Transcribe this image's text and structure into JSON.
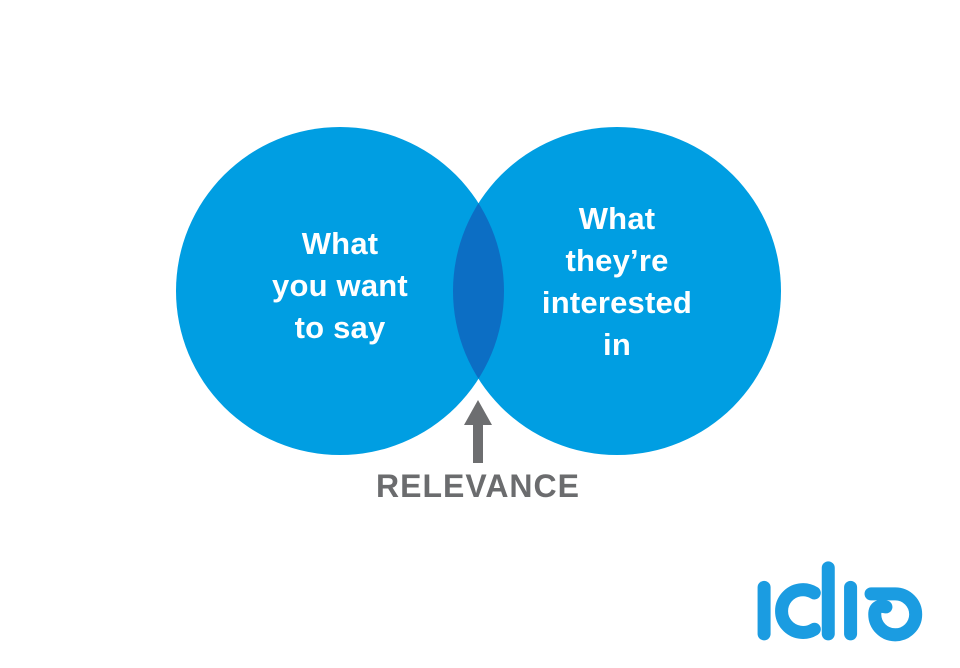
{
  "diagram": {
    "left_circle": {
      "lines": [
        "What",
        "you want",
        "to say"
      ]
    },
    "right_circle": {
      "lines": [
        "What",
        "they’re",
        "interested",
        "in"
      ]
    },
    "overlap_label": "RELEVANCE"
  },
  "logo": {
    "brand": "idio"
  },
  "colors": {
    "background": "#ffffff",
    "circle_blue": "#009ee2",
    "overlap_blue": "#0c6ec4",
    "arrow_gray": "#6d6e70",
    "label_gray": "#6b6c6e",
    "logo_blue": "#1b9ce1",
    "text_white": "#ffffff"
  }
}
